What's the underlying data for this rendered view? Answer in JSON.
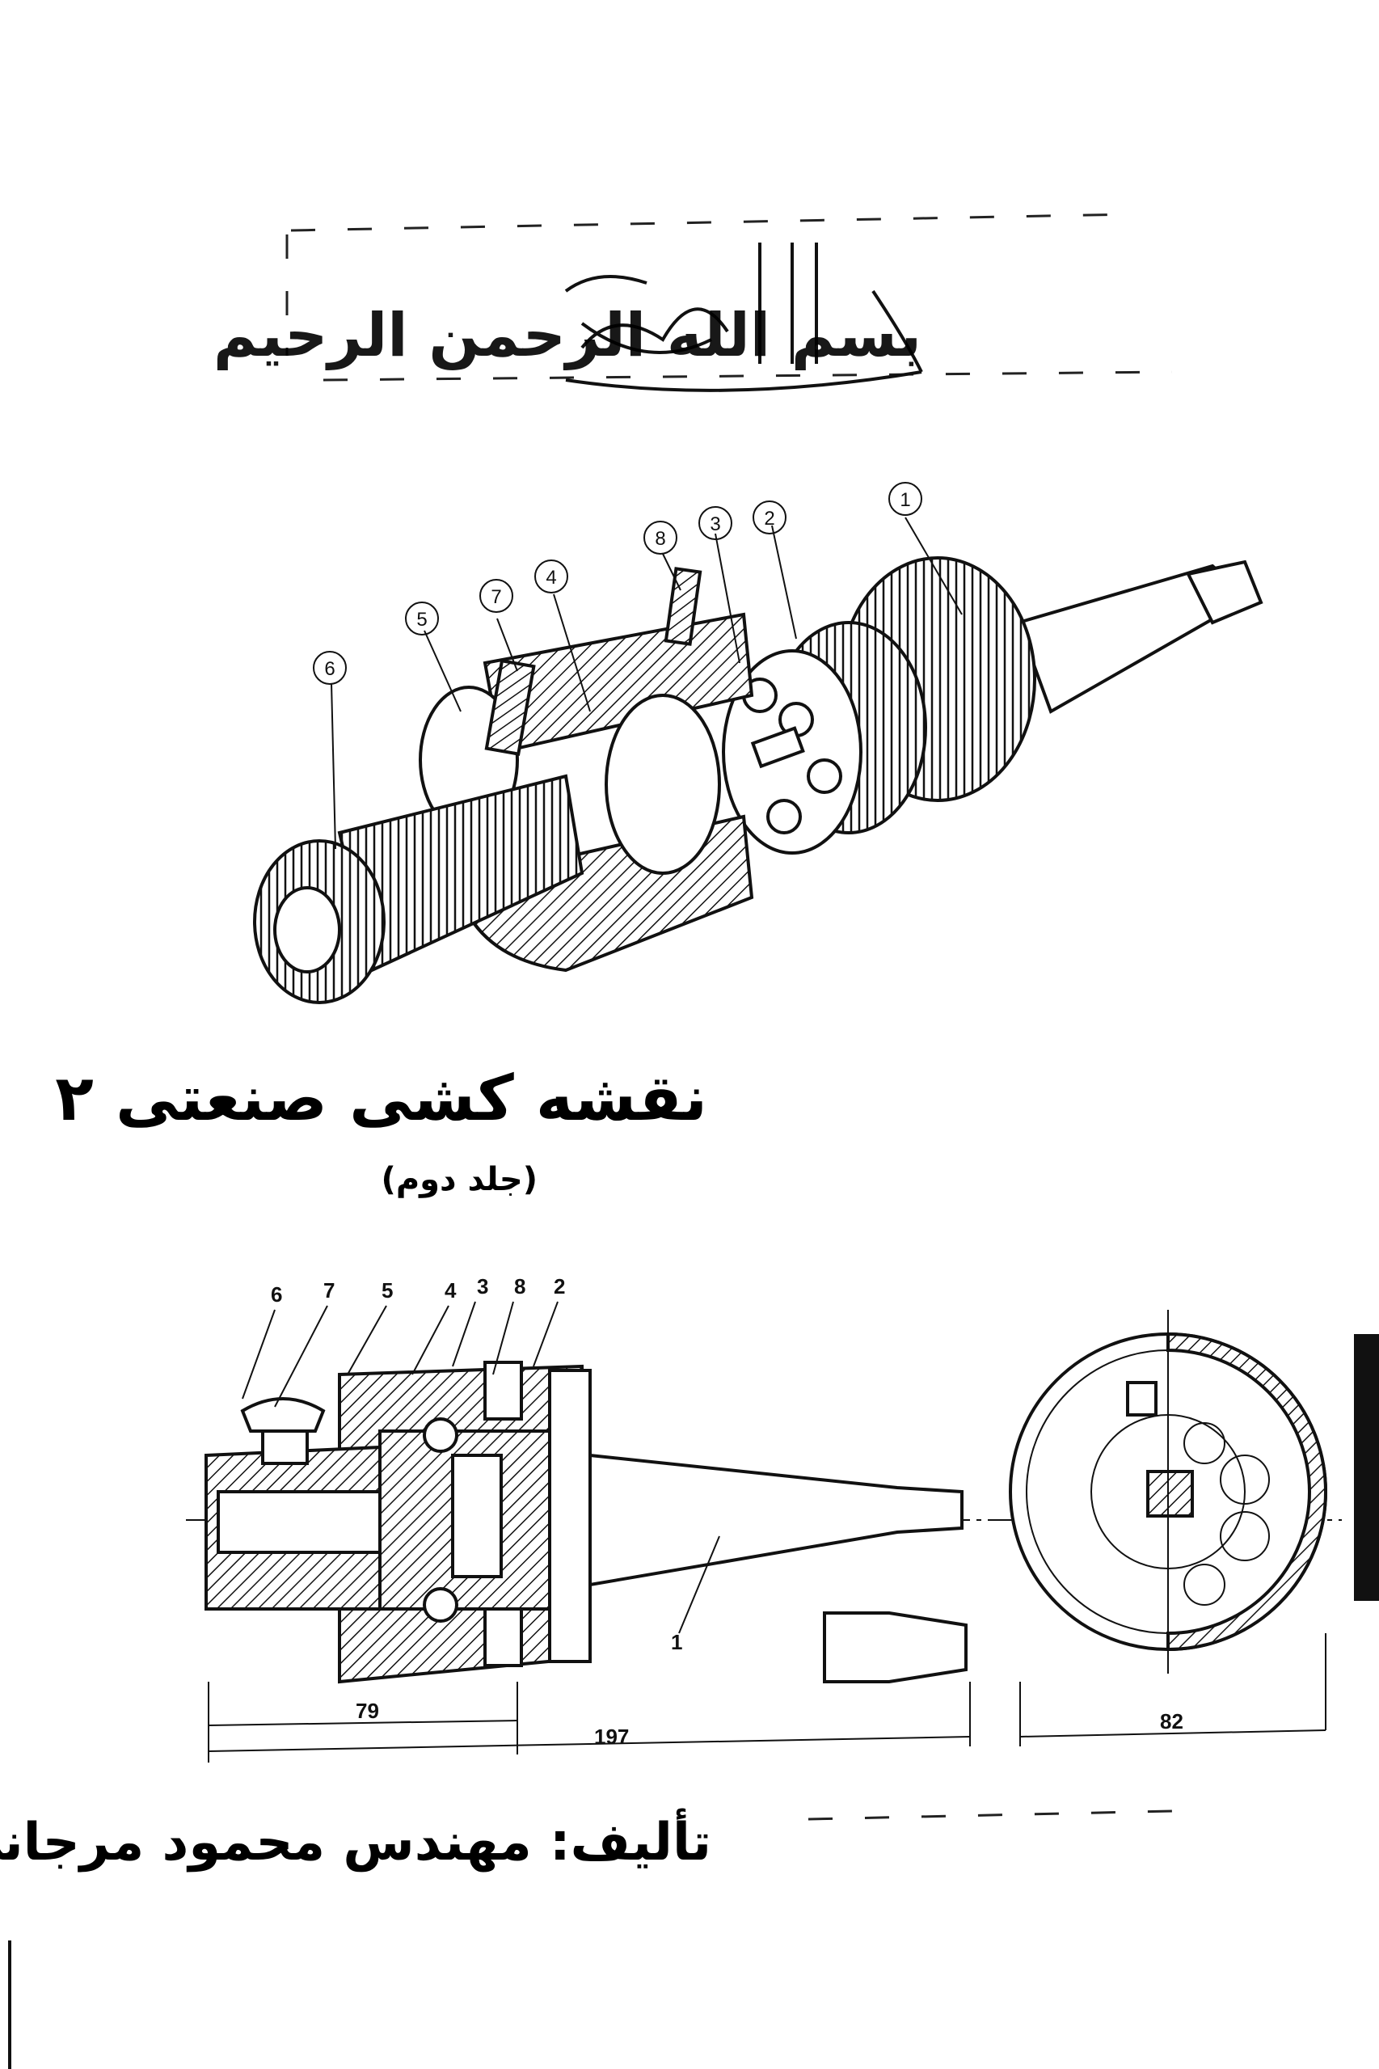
{
  "header": {
    "basmala": "بسم الله الرحمن الرحیم"
  },
  "title": {
    "main": "نقشه کشی صنعتی ۲",
    "volume": "(جلد دوم)"
  },
  "author": {
    "line": "تألیف: مهندس محمود مرجانی"
  },
  "isometric_view": {
    "part_labels": [
      "1",
      "2",
      "3",
      "4",
      "5",
      "6",
      "7",
      "8"
    ]
  },
  "section_view": {
    "part_labels": [
      "6",
      "7",
      "5",
      "4",
      "3",
      "8",
      "2"
    ],
    "leader_1": "1",
    "dimensions": {
      "d79": "79",
      "d197": "197",
      "d82": "82"
    }
  }
}
